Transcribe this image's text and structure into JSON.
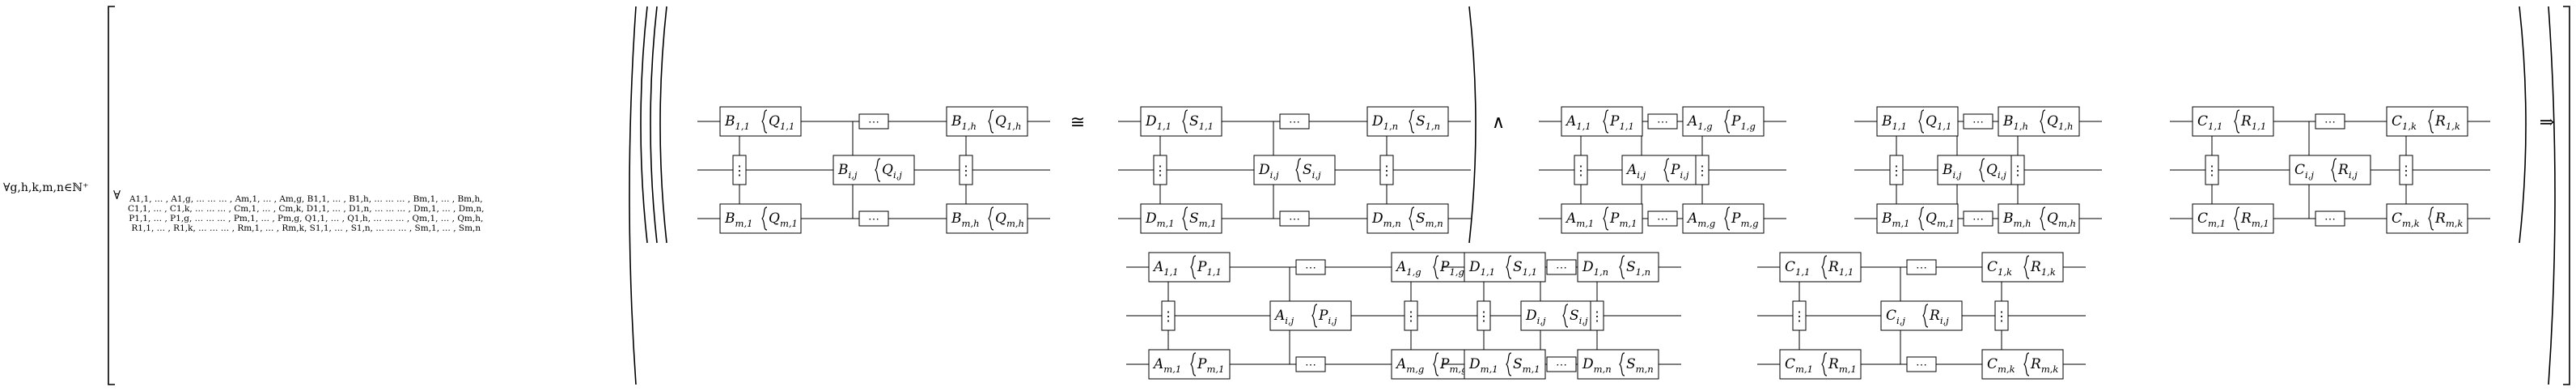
{
  "outer_quantifier": "∀g,h,k,m,n∈ℕ⁺",
  "inner_quantifier": "∀",
  "variable_lines": [
    "A1,1, … , A1,g, … … … , Am,1, … , Am,g, B1,1, … , B1,h, … … … , Bm,1, … , Bm,h,",
    "C1,1, … , C1,k, … … … , Cm,1, … , Cm,k, D1,1, … , D1,n, … … … , Dm,1, … , Dm,n,",
    "P1,1, … , P1,g, … … … , Pm,1, … , Pm,g, Q1,1, … , Q1,h, … … … , Qm,1, … , Qm,h,",
    "R1,1, … , R1,k, … … … , Rm,1, … , Rm,k, S1,1, … , S1,n, … … … , Sm,1, … , Sm,n"
  ],
  "operators": {
    "iso": "≅",
    "and": "∧",
    "implies": "⇒"
  },
  "ellipsis": "⋯",
  "vellipsis": "⋮",
  "grids": [
    {
      "id": "grid-bq",
      "top": [
        "B1,1",
        "Q1,1",
        "B1,h",
        "Q1,h"
      ],
      "mid": [
        "Bi,j",
        "Qi,j"
      ],
      "bot": [
        "Bm,1",
        "Qm,1",
        "Bm,h",
        "Qm,h"
      ]
    },
    {
      "id": "grid-ds",
      "top": [
        "D1,1",
        "S1,1",
        "D1,n",
        "S1,n"
      ],
      "mid": [
        "Di,j",
        "Si,j"
      ],
      "bot": [
        "Dm,1",
        "Sm,1",
        "Dm,n",
        "Sm,n"
      ]
    },
    {
      "id": "grid-ap",
      "top": [
        "A1,1",
        "P1,1",
        "A1,g",
        "P1,g"
      ],
      "mid": [
        "Ai,j",
        "Pi,j"
      ],
      "bot": [
        "Am,1",
        "Pm,1",
        "Am,g",
        "Pm,g"
      ]
    },
    {
      "id": "grid-bq2",
      "top": [
        "B1,1",
        "Q1,1",
        "B1,h",
        "Q1,h"
      ],
      "mid": [
        "Bi,j",
        "Qi,j"
      ],
      "bot": [
        "Bm,1",
        "Qm,1",
        "Bm,h",
        "Qm,h"
      ]
    },
    {
      "id": "grid-cr",
      "top": [
        "C1,1",
        "R1,1",
        "C1,k",
        "R1,k"
      ],
      "mid": [
        "Ci,j",
        "Ri,j"
      ],
      "bot": [
        "Cm,1",
        "Rm,1",
        "Cm,k",
        "Rm,k"
      ]
    },
    {
      "id": "grid-ap2",
      "top": [
        "A1,1",
        "P1,1",
        "A1,g",
        "P1,g"
      ],
      "mid": [
        "Ai,j",
        "Pi,j"
      ],
      "bot": [
        "Am,1",
        "Pm,1",
        "Am,g",
        "Pm,g"
      ]
    },
    {
      "id": "grid-ds2",
      "top": [
        "D1,1",
        "S1,1",
        "D1,n",
        "S1,n"
      ],
      "mid": [
        "Di,j",
        "Si,j"
      ],
      "bot": [
        "Dm,1",
        "Sm,1",
        "Dm,n",
        "Sm,n"
      ]
    },
    {
      "id": "grid-cr2",
      "top": [
        "C1,1",
        "R1,1",
        "C1,k",
        "R1,k"
      ],
      "mid": [
        "Ci,j",
        "Ri,j"
      ],
      "bot": [
        "Cm,1",
        "Rm,1",
        "Cm,k",
        "Rm,k"
      ]
    }
  ]
}
